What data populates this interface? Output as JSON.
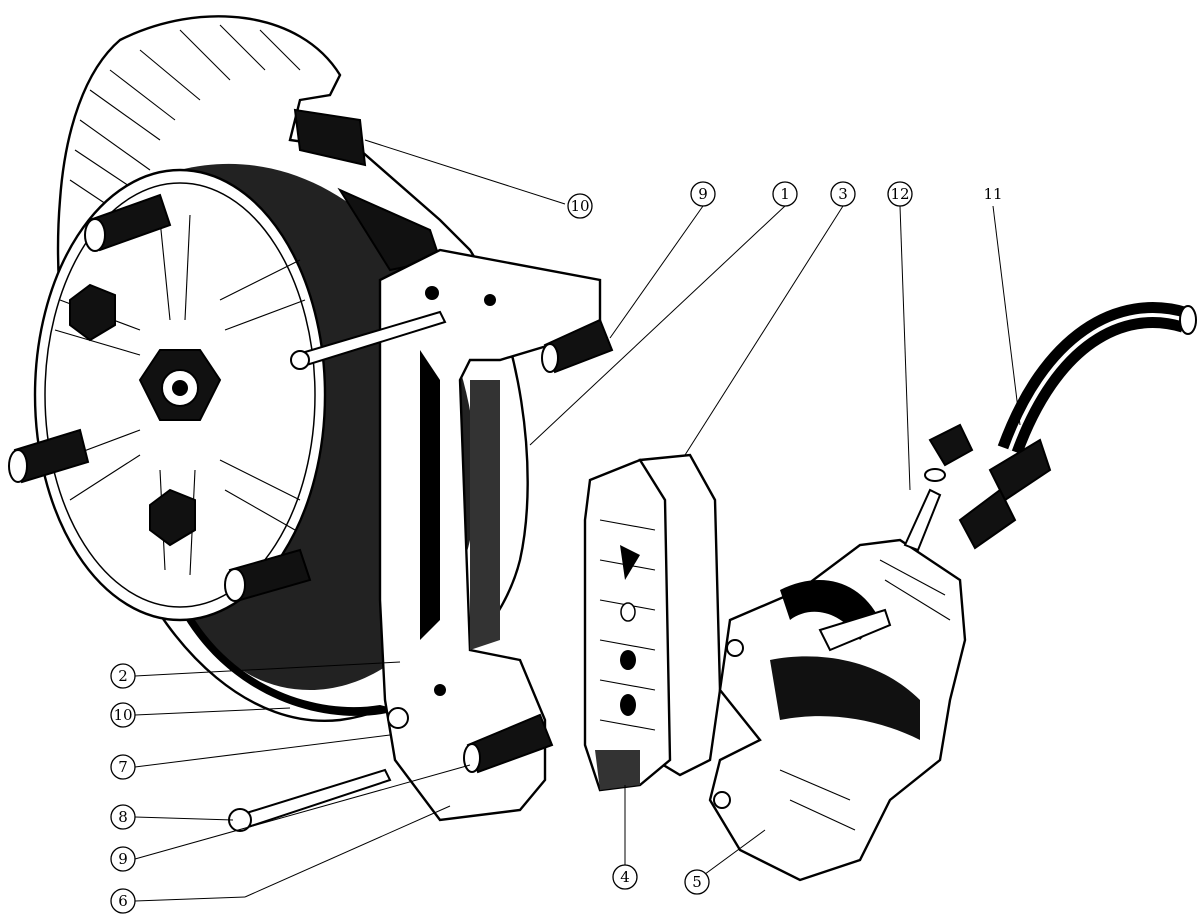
{
  "callouts": [
    {
      "id": "c10-top",
      "label": "10",
      "circled": true
    },
    {
      "id": "c9-top",
      "label": "9",
      "circled": true
    },
    {
      "id": "c1",
      "label": "1",
      "circled": true
    },
    {
      "id": "c3",
      "label": "3",
      "circled": true
    },
    {
      "id": "c12",
      "label": "12",
      "circled": true
    },
    {
      "id": "c11",
      "label": "11",
      "circled": false
    },
    {
      "id": "c2",
      "label": "2",
      "circled": true
    },
    {
      "id": "c10-bottom",
      "label": "10",
      "circled": true
    },
    {
      "id": "c7",
      "label": "7",
      "circled": true
    },
    {
      "id": "c8",
      "label": "8",
      "circled": true
    },
    {
      "id": "c9-bottom",
      "label": "9",
      "circled": true
    },
    {
      "id": "c6",
      "label": "6",
      "circled": true
    },
    {
      "id": "c4",
      "label": "4",
      "circled": true
    },
    {
      "id": "c5",
      "label": "5",
      "circled": true
    }
  ],
  "parts": [
    {
      "id": "brake-disc",
      "icon": "brake-disc-icon"
    },
    {
      "id": "wheel-hub",
      "icon": "wheel-hub-icon"
    },
    {
      "id": "caliper-bracket",
      "icon": "caliper-bracket-icon"
    },
    {
      "id": "brake-pads",
      "icon": "brake-pad-icon"
    },
    {
      "id": "caliper-housing",
      "icon": "caliper-housing-icon"
    },
    {
      "id": "brake-hose",
      "icon": "brake-hose-icon"
    },
    {
      "id": "bleed-screw",
      "icon": "bleed-screw-icon"
    },
    {
      "id": "split-pin",
      "icon": "split-pin-icon"
    },
    {
      "id": "guide-pin",
      "icon": "guide-pin-icon"
    }
  ]
}
